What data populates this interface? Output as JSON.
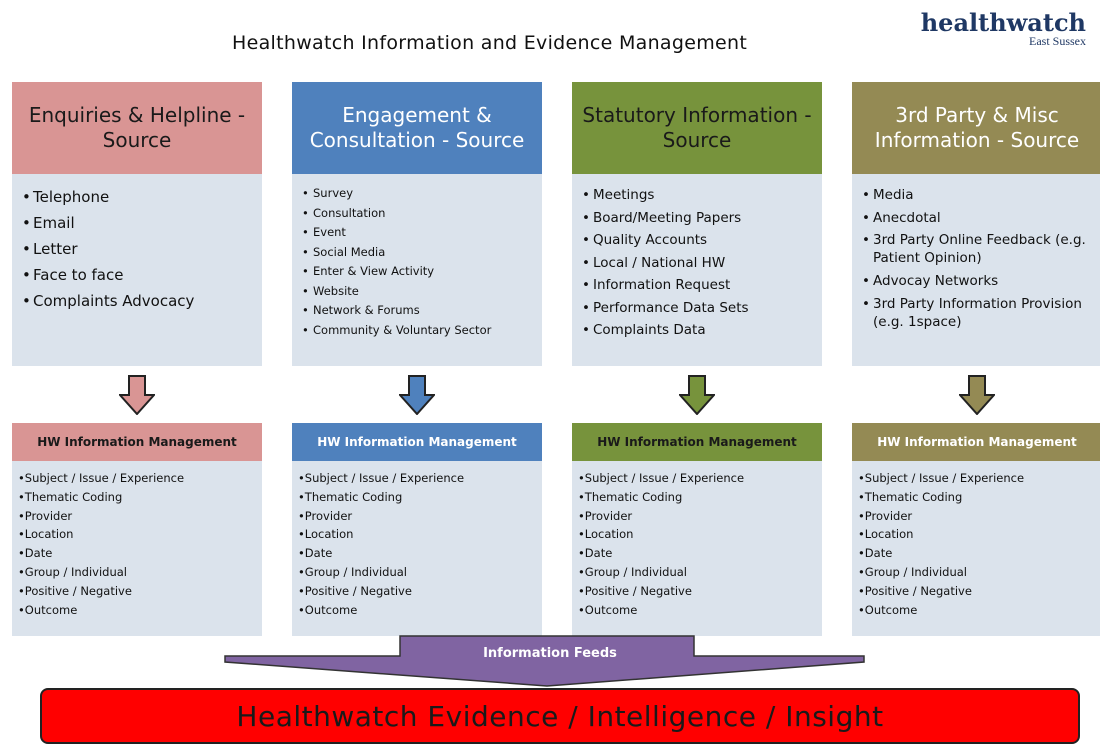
{
  "header": {
    "title": "Healthwatch Information and Evidence Management",
    "logo_main": "healthwatch",
    "logo_sub": "East Sussex"
  },
  "colors": {
    "enquiries": "#d99594",
    "engagement": "#4f81bd",
    "statutory": "#77933c",
    "third_party": "#948a54",
    "body_fill": "#dbe3ec",
    "feeds_purple": "#8064a2",
    "evidence_red": "#ff0000"
  },
  "columns": [
    {
      "title": "Enquiries & Helpline - Source",
      "items": [
        "Telephone",
        "Email",
        "Letter",
        "Face to face",
        "Complaints Advocacy"
      ]
    },
    {
      "title": "Engagement & Consultation - Source",
      "items": [
        "Survey",
        "Consultation",
        "Event",
        "Social Media",
        "Enter & View Activity",
        "Website",
        "Network & Forums",
        "Community & Voluntary Sector"
      ]
    },
    {
      "title": "Statutory Information - Source",
      "items": [
        "Meetings",
        "Board/Meeting Papers",
        "Quality Accounts",
        "Local / National HW",
        "Information Request",
        "Performance Data Sets",
        "Complaints Data"
      ]
    },
    {
      "title": "3rd Party & Misc Information - Source",
      "items": [
        "Media",
        "Anecdotal",
        "3rd Party Online Feedback (e.g. Patient Opinion)",
        "Advocay Networks",
        "3rd Party Information Provision (e.g. 1space)"
      ]
    }
  ],
  "info_management": {
    "title": "HW Information Management",
    "items": [
      "Subject / Issue / Experience",
      "Thematic Coding",
      "Provider",
      "Location",
      "Date",
      "Group / Individual",
      "Positive / Negative",
      "Outcome"
    ]
  },
  "feeds_label": "Information Feeds",
  "evidence_label": "Healthwatch Evidence / Intelligence / Insight"
}
